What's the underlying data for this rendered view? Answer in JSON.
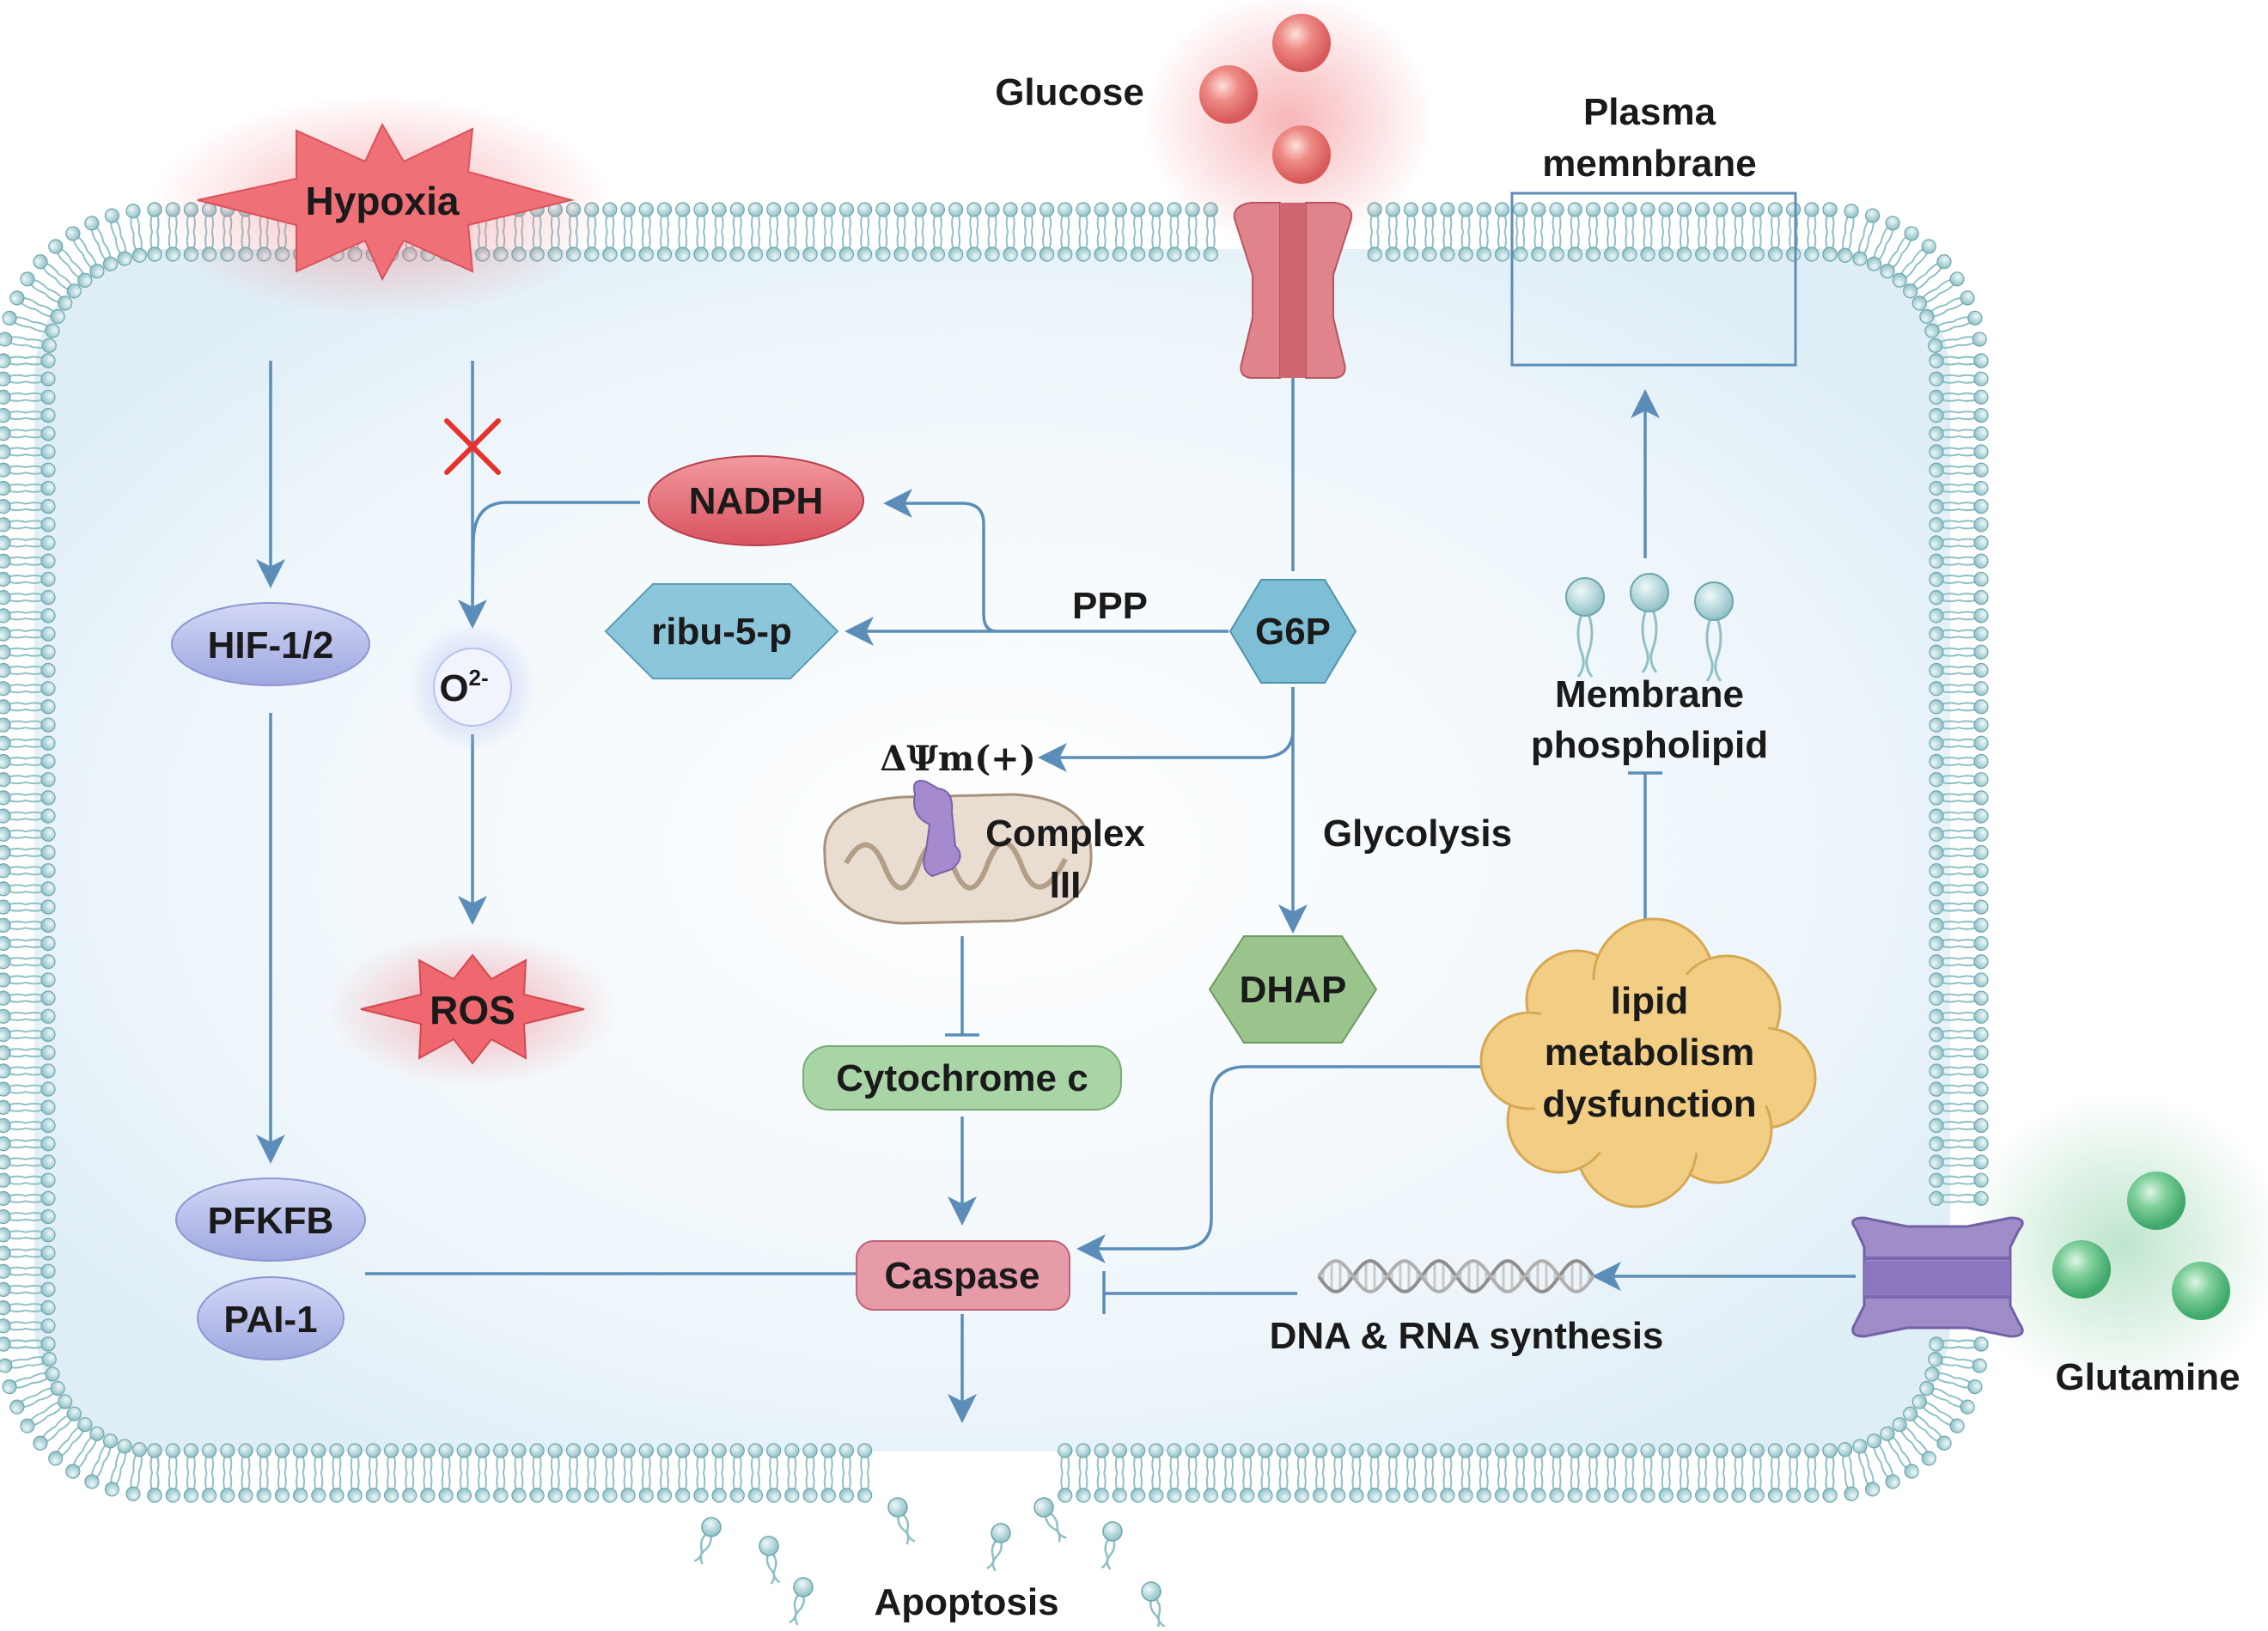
{
  "labels": {
    "glucose": "Glucose",
    "plasma_membrane_line1": "Plasma",
    "plasma_membrane_line2": "memnbrane",
    "hypoxia": "Hypoxia",
    "nadph": "NADPH",
    "hif": "HIF-1/2",
    "o2_base": "O",
    "o2_sup": "2-",
    "ribu": "ribu-5-p",
    "ppp": "PPP",
    "g6p": "G6P",
    "delta_psi": "ΔΨm(+)",
    "complex_line1": "Complex",
    "complex_line2": "III",
    "glycolysis": "Glycolysis",
    "membrane_phospholipid_line1": "Membrane",
    "membrane_phospholipid_line2": "phospholipid",
    "ros": "ROS",
    "dhap": "DHAP",
    "lipid_line1": "lipid",
    "lipid_line2": "metabolism",
    "lipid_line3": "dysfunction",
    "cytochrome": "Cytochrome c",
    "pfkfb": "PFKFB",
    "pai": "PAI-1",
    "caspase": "Caspase",
    "dna_rna": "DNA & RNA synthesis",
    "glutamine": "Glutamine",
    "apoptosis": "Apoptosis"
  },
  "colors": {
    "membrane": "#8fc1c7",
    "arrow": "#5b8db8",
    "hypoxia": "#f06b73",
    "nadph": "#e0606a",
    "hif": "#b3b9ea",
    "ribu": "#8cc6db",
    "g6p": "#7fbfd6",
    "ros": "#f0686f",
    "dhap": "#9bc48c",
    "cytochrome": "#a9d4a6",
    "caspase": "#e79aa8",
    "lipid_cloud": "#f2cd84",
    "glucose": "#ec7c7c",
    "glutamine": "#6fc58f",
    "transporter_glucose": "#e0838a",
    "transporter_glutamine": "#9f8dc9",
    "inhibit_x": "#e5322d"
  }
}
